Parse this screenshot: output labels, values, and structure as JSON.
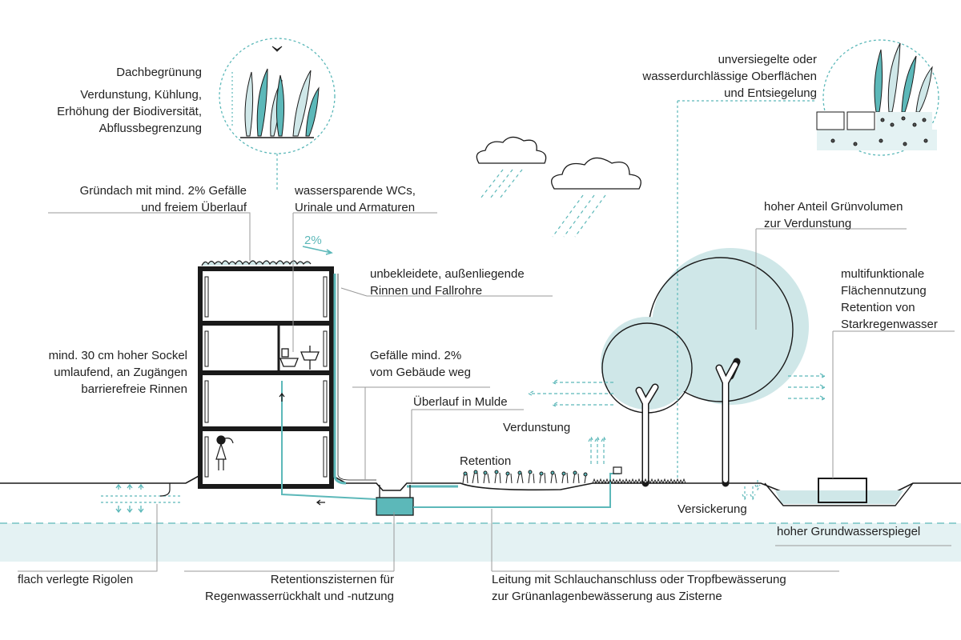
{
  "colors": {
    "accent": "#5cb8b9",
    "accent_light": "#cfe7e8",
    "groundwater": "#e4f2f3",
    "ink": "#1a1a1a",
    "leader": "#9a9a9a"
  },
  "labels": {
    "dachbegruenung": "Dachbegrünung",
    "dach_effects": [
      "Verdunstung, Kühlung,",
      "Erhöhung der Biodiversität,",
      "Abflussbegrenzung"
    ],
    "gruendach": [
      "Gründach mit mind. 2% Gefälle",
      "und freiem Überlauf"
    ],
    "wcs": [
      "wassersparende WCs,",
      "Urinale und Armaturen"
    ],
    "slope": "2%",
    "rinnen": [
      "unbekleidete, außenliegende",
      "Rinnen und Fallrohre"
    ],
    "sockel": [
      "mind. 30 cm hoher Sockel",
      "umlaufend, an Zugängen",
      "barrierefreie Rinnen"
    ],
    "gefaelle": [
      "Gefälle mind. 2%",
      "vom Gebäude weg"
    ],
    "ueberlauf": "Überlauf in Mulde",
    "verdunstung": "Verdunstung",
    "retention": "Retention",
    "versickerung": "Versickerung",
    "unversiegelt": [
      "unversiegelte oder",
      "wasserdurchlässige Oberflächen",
      "und Entsiegelung"
    ],
    "gruenvolumen": [
      "hoher Anteil Grünvolumen",
      "zur Verdunstung"
    ],
    "multifunktional": [
      "multifunktionale",
      "Flächennutzung",
      "Retention von",
      "Starkregenwasser"
    ],
    "grundwasser": "hoher Grundwasserspiegel",
    "rigolen": "flach verlegte Rigolen",
    "zisternen": [
      "Retentionszisternen für",
      "Regenwasserrückhalt und -nutzung"
    ],
    "leitung": [
      "Leitung mit Schlauchanschluss oder Tropfbewässerung",
      "zur Grünanlagenbewässerung aus Zisterne"
    ]
  }
}
